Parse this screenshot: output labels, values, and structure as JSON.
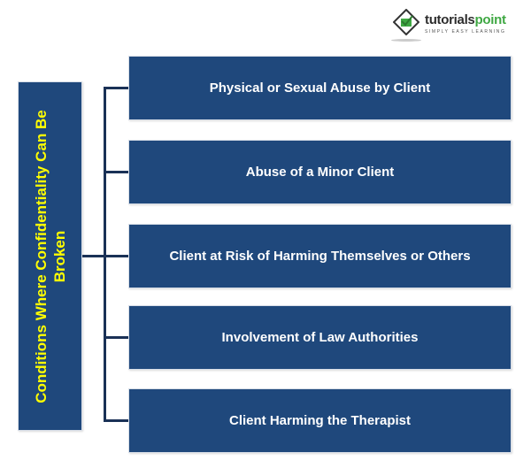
{
  "logo": {
    "name_part1": "tutorials",
    "name_part2": "point",
    "tagline": "SIMPLY EASY LEARNING"
  },
  "diagram": {
    "root": {
      "label": "Conditions Where Confidentiality Can Be Broken"
    },
    "children": [
      {
        "label": "Physical or Sexual Abuse by Client"
      },
      {
        "label": "Abuse of a Minor Client"
      },
      {
        "label": "Client at Risk of Harming Themselves or Others"
      },
      {
        "label": "Involvement of Law Authorities"
      },
      {
        "label": "Client Harming the Therapist"
      }
    ]
  },
  "colors": {
    "box_fill": "#1f487c",
    "root_text": "#ffff00",
    "child_text": "#ffffff",
    "connector": "#1a3156",
    "brand_green": "#3fa843"
  }
}
